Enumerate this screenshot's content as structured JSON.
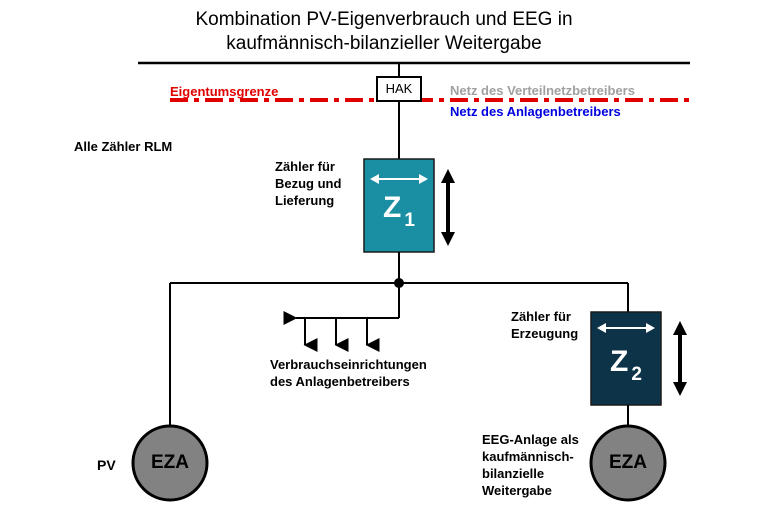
{
  "title": {
    "line1": "Kombination PV-Eigenverbrauch und EEG in",
    "line2": "kaufmännisch-bilanzieller Weitergabe"
  },
  "hak_label": "HAK",
  "boundary": {
    "label": "Eigentumsgrenze",
    "grid_operator": "Netz des Verteilnetzbetreibers",
    "plant_operator": "Netz des Anlagenbetreibers"
  },
  "meter_note": "Alle Zähler RLM",
  "meter1": {
    "caption_lines": [
      "Zähler für",
      "Bezug und",
      "Lieferung"
    ],
    "symbol": "Z",
    "index": "1"
  },
  "meter2": {
    "caption_lines": [
      "Zähler für",
      "Erzeugung"
    ],
    "symbol": "Z",
    "index": "2"
  },
  "consumers": {
    "lines": [
      "Verbrauchseinrichtungen",
      "des Anlagenbetreibers"
    ]
  },
  "generator_left": {
    "label": "EZA",
    "caption": "PV"
  },
  "generator_right": {
    "label": "EZA",
    "caption_lines": [
      "EEG-Anlage als",
      "kaufmännisch-",
      "bilanzielle",
      "Weitergabe"
    ]
  },
  "colors": {
    "boundary_line": "#e00000",
    "grid_operator_text": "#a0a0a0",
    "plant_operator_text": "#0000e0",
    "meter1_fill": "#1a8ea3",
    "meter2_fill": "#0d3349",
    "generator_fill": "#828282"
  }
}
